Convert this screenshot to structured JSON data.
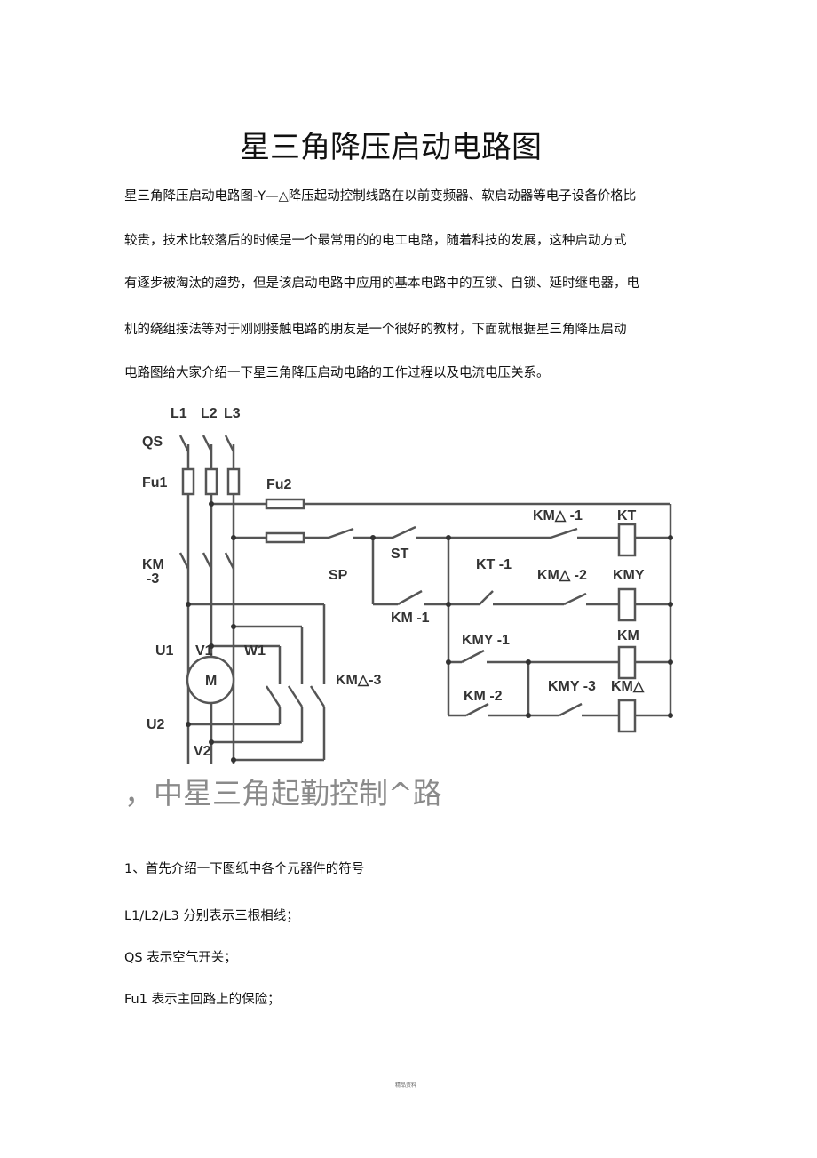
{
  "title": "星三角降压启动电路图",
  "intro": [
    "星三角降压启动电路图-Y—△降压起动控制线路在以前变频器、软启动器等电子设备价格比",
    "较贵，技术比较落后的时候是一个最常用的的电工电路，随着科技的发展，这种启动方式",
    "有逐步被淘汰的趋势，但是该启动电路中应用的基本电路中的互锁、自锁、延时继电器，电",
    "机的绕组接法等对于刚刚接触电路的朋友是一个很好的教材，下面就根据星三角降压启动",
    "电路图给大家介绍一下星三角降压启动电路的工作过程以及电流电压关系。"
  ],
  "diagram": {
    "L1": "L1",
    "L2": "L2",
    "L3": "L3",
    "QS": "QS",
    "Fu1": "Fu1",
    "Fu2": "Fu2",
    "KM3": "KM",
    "KM3b": "-3",
    "SP": "SP",
    "ST": "ST",
    "KM1": "KM -1",
    "KT1": "KT -1",
    "KMD1": "KM△ -1",
    "KT": "KT",
    "KMD2": "KM△ -2",
    "KMY": "KMY",
    "KM": "KM",
    "KMY1": "KMY -1",
    "KM2": "KM -2",
    "KMY3": "KMY -3",
    "KMD": "KM△",
    "U1": "U1",
    "V1": "V1",
    "W1": "W1",
    "M": "M",
    "KMD3": "KM△-3",
    "U2": "U2",
    "V2": "V2"
  },
  "subheading": "，中星三角起勤控制^路",
  "lines": [
    "1、首先介绍一下图纸中各个元器件的符号",
    "L1/L2/L3 分别表示三根相线；",
    "QS 表示空气开关；",
    "Fu1 表示主回路上的保险；"
  ],
  "footer": "精品资料"
}
